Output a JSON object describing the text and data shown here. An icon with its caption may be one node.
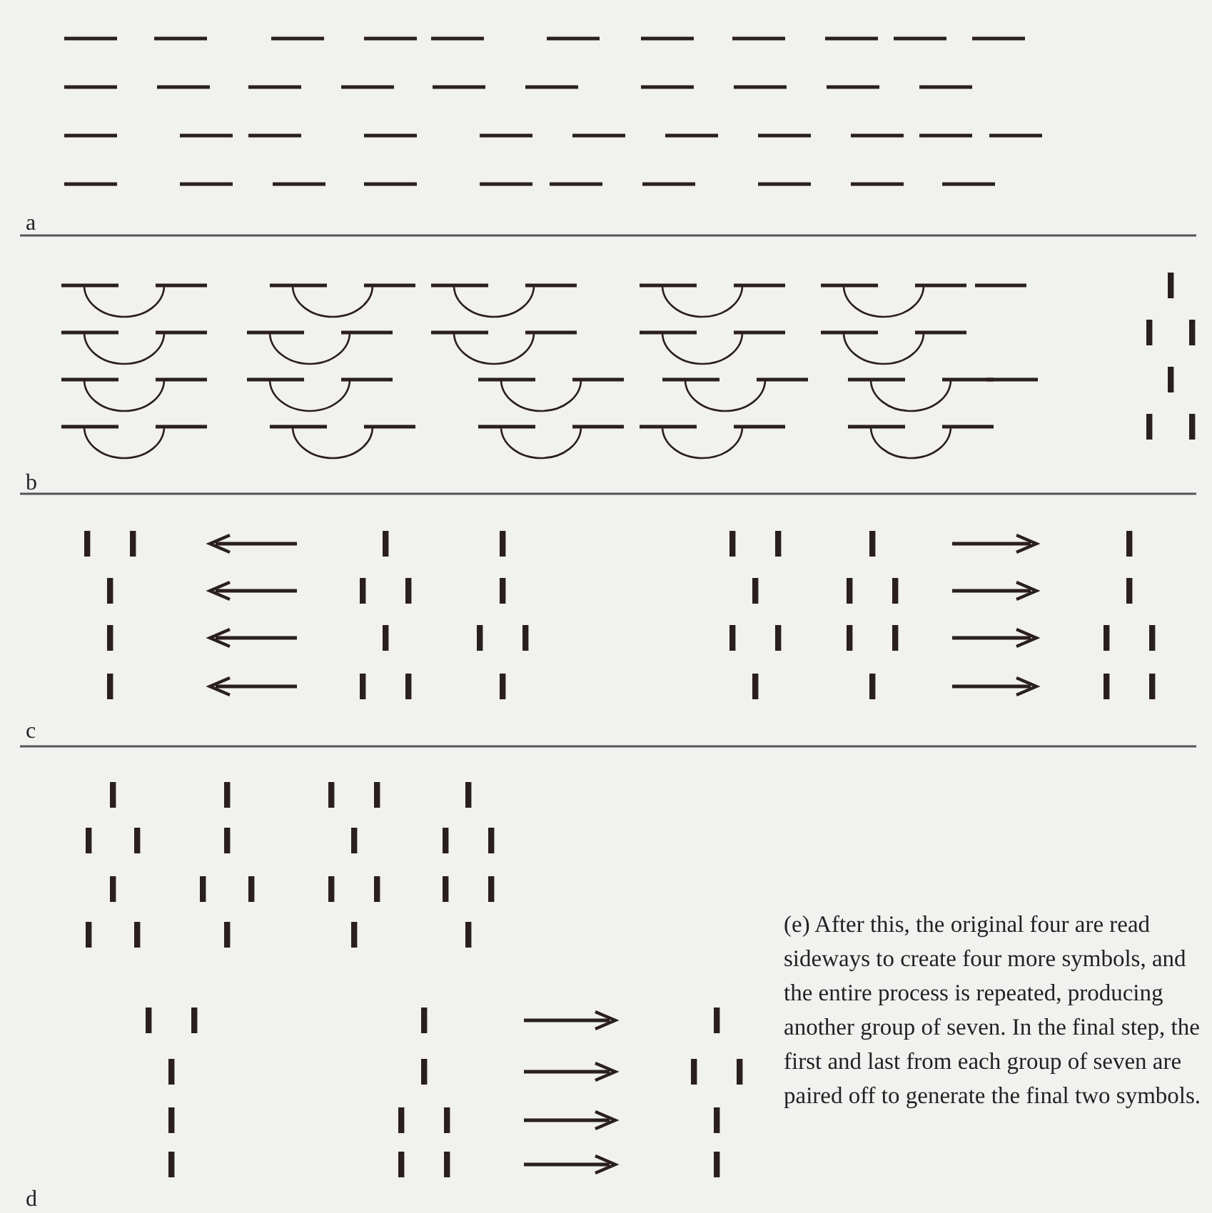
{
  "diagram": {
    "labels": [
      "a",
      "b",
      "c",
      "d",
      "(e) After this, the original four are read sideways to create four more symbols, and the entire process is repeated, producing another group of seven. In the final step, the first and last from each group of seven are paired off to generate the final two symbols."
    ]
  }
}
